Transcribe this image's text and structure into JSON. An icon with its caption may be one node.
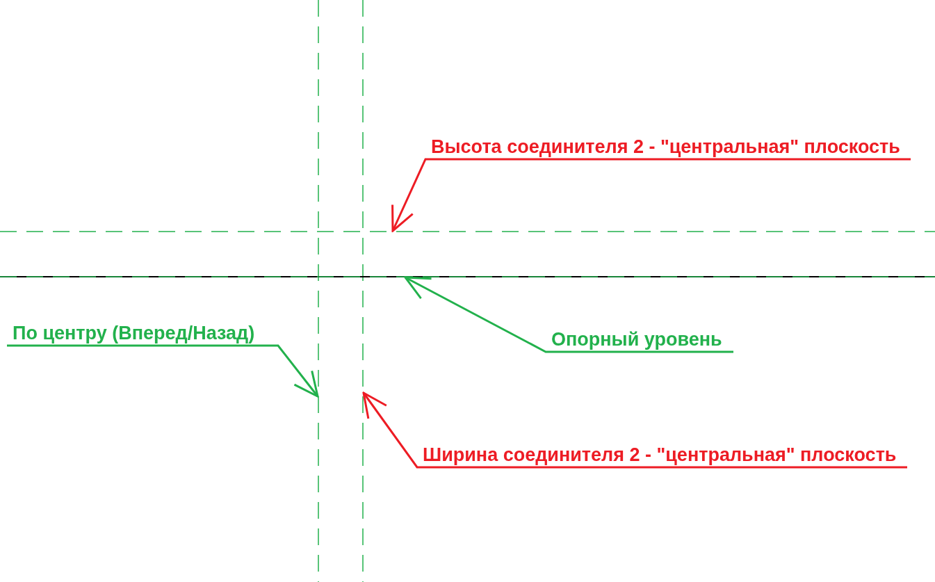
{
  "diagram": {
    "nodes": [
      {
        "text": [
          "Высота соединителя 2 - \"центральная\" плоскость"
        ]
      },
      {
        "text": [
          "По центру (Вперед/Назад)"
        ]
      },
      {
        "text": [
          "Опорный уровень"
        ]
      },
      {
        "text": [
          "Ширина соединителя 2 - \"центральная\" плоскость"
        ]
      },
      {
        "text": [],
        "shape": "line"
      },
      {
        "text": [],
        "shape": "line"
      },
      {
        "text": [],
        "shape": "line"
      },
      {
        "text": [],
        "shape": "line"
      }
    ],
    "edges": [
      {
        "from": 0,
        "to": 6,
        "arrow": "to",
        "color": "#ed1c24"
      },
      {
        "from": 1,
        "to": 4,
        "arrow": "to",
        "color": "#22b14c"
      },
      {
        "from": 2,
        "to": 7,
        "arrow": "to",
        "color": "#22b14c"
      },
      {
        "from": 3,
        "to": 5,
        "arrow": "to",
        "color": "#ed1c24"
      }
    ]
  }
}
